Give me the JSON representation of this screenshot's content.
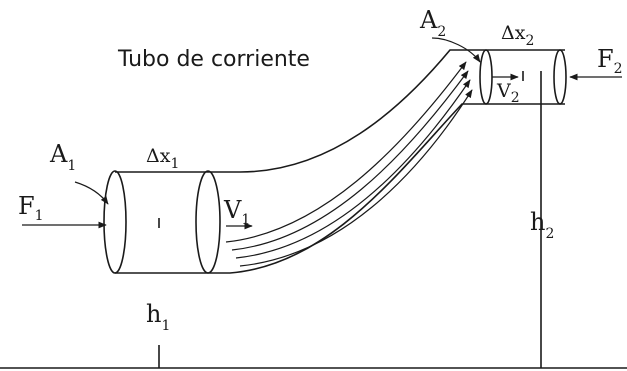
{
  "title": "Tubo de corriente",
  "labels": {
    "a1": {
      "main": "A",
      "sub": "1"
    },
    "a2": {
      "main": "A",
      "sub": "2"
    },
    "dx1": {
      "main": "Δx",
      "sub": "1"
    },
    "dx2": {
      "main": "Δx",
      "sub": "2"
    },
    "f1": {
      "main": "F",
      "sub": "1"
    },
    "f2": {
      "main": "F",
      "sub": "2"
    },
    "v1": {
      "main": "V",
      "sub": "1"
    },
    "v2": {
      "main": "V",
      "sub": "2"
    },
    "h1": {
      "main": "h",
      "sub": "1"
    },
    "h2": {
      "main": "h",
      "sub": "2"
    }
  }
}
